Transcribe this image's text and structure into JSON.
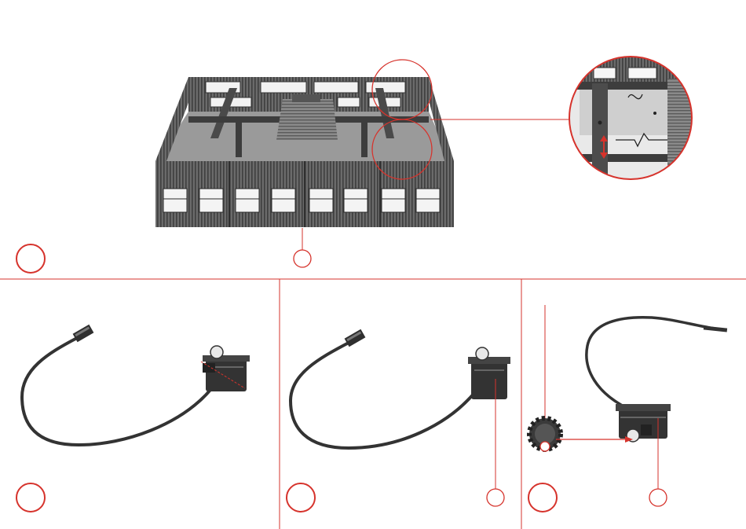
{
  "colors": {
    "accent": "#d6332c",
    "ink": "#3a3a3a",
    "mid": "#777777",
    "light": "#bdbdbd",
    "paper": "#ffffff"
  },
  "steps": [
    {
      "id": "step-1",
      "marker": "",
      "callout": ""
    },
    {
      "id": "step-2",
      "marker": "",
      "callout": ""
    },
    {
      "id": "step-3",
      "marker": "",
      "callout": ""
    },
    {
      "id": "step-4",
      "marker": "",
      "callout": ""
    }
  ]
}
